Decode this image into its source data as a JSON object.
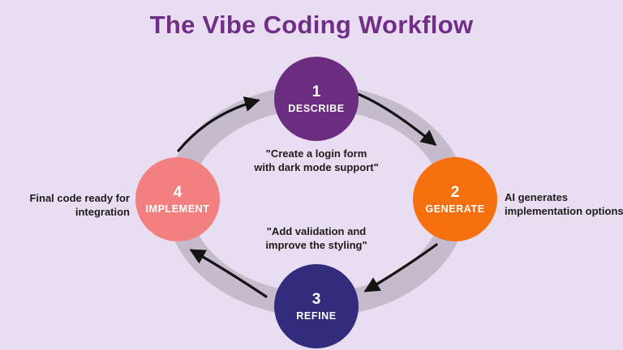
{
  "title": "The Vibe Coding Workflow",
  "colors": {
    "background": "#E9DEF1",
    "title": "#702E88",
    "ring": "#C5BBCD",
    "arrow": "#141414",
    "text": "#1C1C1C",
    "step_text": "#FFFFFF"
  },
  "steps": [
    {
      "number": "1",
      "label": "DESCRIBE",
      "color": "#6B2D80"
    },
    {
      "number": "2",
      "label": "GENERATE",
      "color": "#F6700F"
    },
    {
      "number": "3",
      "label": "REFINE",
      "color": "#332C7D"
    },
    {
      "number": "4",
      "label": "IMPLEMENT",
      "color": "#F38080"
    }
  ],
  "annotations": {
    "center_top": [
      "\"Create a login form",
      "with dark mode support\""
    ],
    "center_bottom": [
      "\"Add validation and",
      "improve the styling\""
    ],
    "left": [
      "Final code ready for",
      "integration"
    ],
    "right": [
      "AI generates",
      "implementation options"
    ]
  }
}
